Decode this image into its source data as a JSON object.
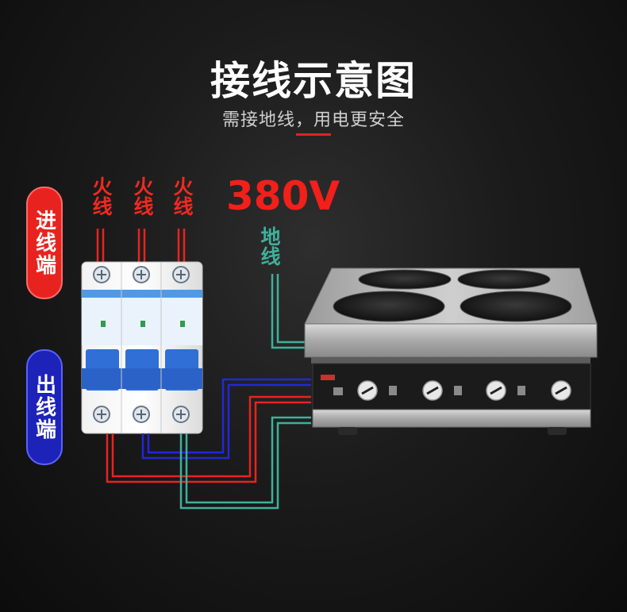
{
  "header": {
    "title": "接线示意图",
    "subtitle": "需接地线，用电更安全"
  },
  "labels": {
    "incoming": "进线端",
    "outgoing": "出线端",
    "live_wires": [
      "火线",
      "火线",
      "火线"
    ],
    "voltage": "380V",
    "ground": "地线"
  },
  "colors": {
    "accent_red": "#e02222",
    "live_wire": "#e8231f",
    "neutral_wire": "#1d22b8",
    "ground_wire": "#3fb09b",
    "breaker_blue": "#2f6fd6"
  },
  "icons": {
    "breaker": "three-pole-circuit-breaker",
    "appliance": "four-burner-induction-cooktop"
  }
}
